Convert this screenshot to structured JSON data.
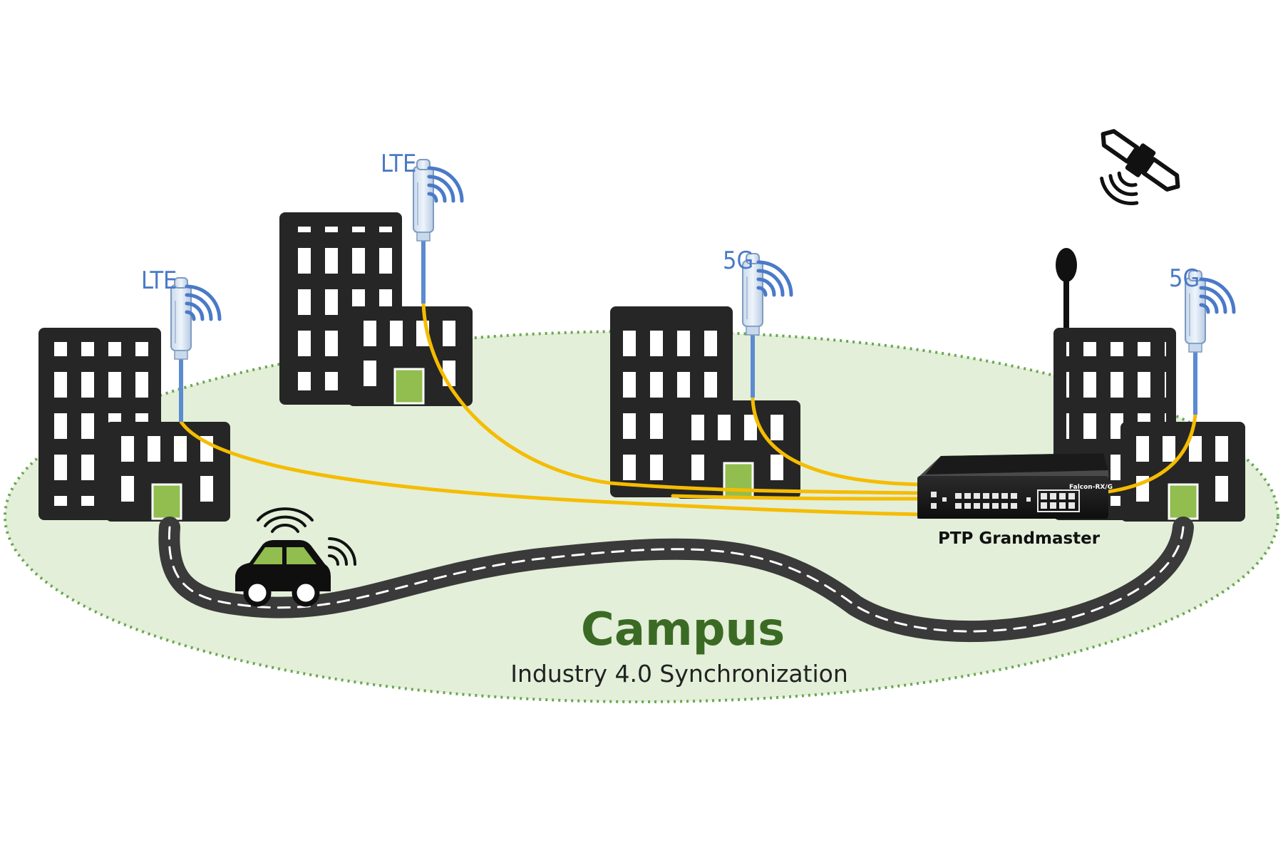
{
  "diagram": {
    "title": "Campus",
    "subtitle": "Industry 4.0 Synchronization",
    "grandmaster_label": "PTP Grandmaster",
    "device_model": "Falcon-RX/G",
    "towers": [
      {
        "label": "LTE"
      },
      {
        "label": "LTE"
      },
      {
        "label": "5G"
      },
      {
        "label": "5G"
      }
    ],
    "colors": {
      "campus_fill": "#e3efd9",
      "campus_border": "#6aa84f",
      "building": "#262626",
      "door": "#92bd4f",
      "fiber": "#f5bc00",
      "road": "#3a3a3a",
      "tower_label": "#4a7ac8",
      "title": "#3b6a24"
    },
    "icons": [
      "satellite-icon",
      "gnss-antenna-icon",
      "car-icon",
      "wireless-signal-icon",
      "radio-antenna-icon"
    ]
  }
}
